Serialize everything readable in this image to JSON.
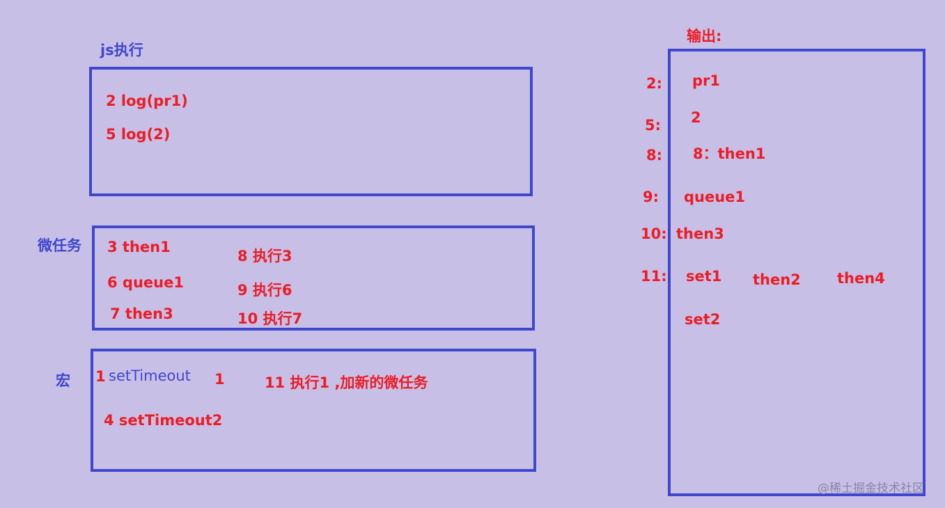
{
  "js_exec": {
    "title": "js执行",
    "lines": [
      "2 log(pr1)",
      "5 log(2)"
    ]
  },
  "micro": {
    "title": "微任务",
    "col1": [
      "3 then1",
      "6 queue1",
      "7 then3"
    ],
    "col2": [
      "8 执行3",
      "9 执行6",
      "10 执行7"
    ]
  },
  "macro": {
    "title": "宏",
    "row1_num": "1",
    "row1_name": "setTimeout",
    "row1_extra": "1",
    "row1_note": "11 执行1 ,加新的微任务",
    "row2": "4  setTimeout2"
  },
  "output": {
    "title": "输出:",
    "steps": [
      "2:",
      "5:",
      "8:",
      "9:",
      "10:",
      "11:"
    ],
    "values": [
      "pr1",
      "2",
      "8：then1",
      "queue1",
      "then3",
      "set1",
      "then2",
      "then4",
      "set2"
    ]
  },
  "watermark": "@稀土掘金技术社区"
}
